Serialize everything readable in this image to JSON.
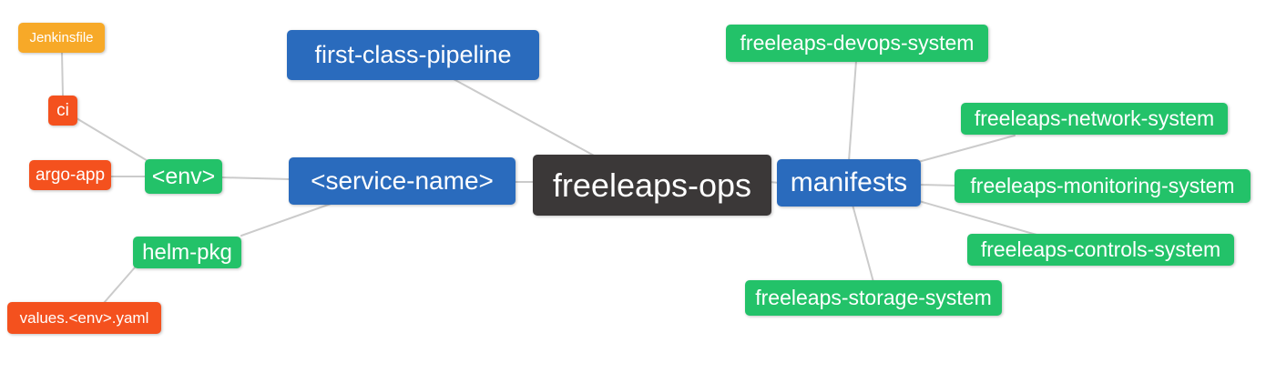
{
  "diagram": {
    "title": "freeleaps-ops mind map",
    "background_color": "#ffffff",
    "edge_color": "#cbcbcb",
    "palette": {
      "root": "#3b3838",
      "branch_blue": "#2a6bbd",
      "leaf_green": "#23c269",
      "leaf_red": "#f4511e",
      "leaf_amber": "#f7a928",
      "text": "#ffffff"
    },
    "nodes": {
      "freeleaps_ops": {
        "label": "freeleaps-ops"
      },
      "first_class_pipeline": {
        "label": "first-class-pipeline"
      },
      "service_name": {
        "label": "<service-name>"
      },
      "env": {
        "label": "<env>"
      },
      "ci": {
        "label": "ci"
      },
      "jenkinsfile": {
        "label": "Jenkinsfile"
      },
      "argo_app": {
        "label": "argo-app"
      },
      "helm_pkg": {
        "label": "helm-pkg"
      },
      "values_env_yaml": {
        "label": "values.<env>.yaml"
      },
      "manifests": {
        "label": "manifests"
      },
      "devops_system": {
        "label": "freeleaps-devops-system"
      },
      "network_system": {
        "label": "freeleaps-network-system"
      },
      "monitoring_system": {
        "label": "freeleaps-monitoring-system"
      },
      "controls_system": {
        "label": "freeleaps-controls-system"
      },
      "storage_system": {
        "label": "freeleaps-storage-system"
      }
    },
    "edges": [
      {
        "from": "jenkinsfile",
        "to": "ci"
      },
      {
        "from": "ci",
        "to": "env"
      },
      {
        "from": "argo_app",
        "to": "env"
      },
      {
        "from": "env",
        "to": "service_name"
      },
      {
        "from": "values_env_yaml",
        "to": "helm_pkg"
      },
      {
        "from": "helm_pkg",
        "to": "service_name"
      },
      {
        "from": "first_class_pipeline",
        "to": "freeleaps_ops"
      },
      {
        "from": "service_name",
        "to": "freeleaps_ops"
      },
      {
        "from": "freeleaps_ops",
        "to": "manifests"
      },
      {
        "from": "manifests",
        "to": "devops_system"
      },
      {
        "from": "manifests",
        "to": "network_system"
      },
      {
        "from": "manifests",
        "to": "monitoring_system"
      },
      {
        "from": "manifests",
        "to": "controls_system"
      },
      {
        "from": "manifests",
        "to": "storage_system"
      }
    ]
  }
}
